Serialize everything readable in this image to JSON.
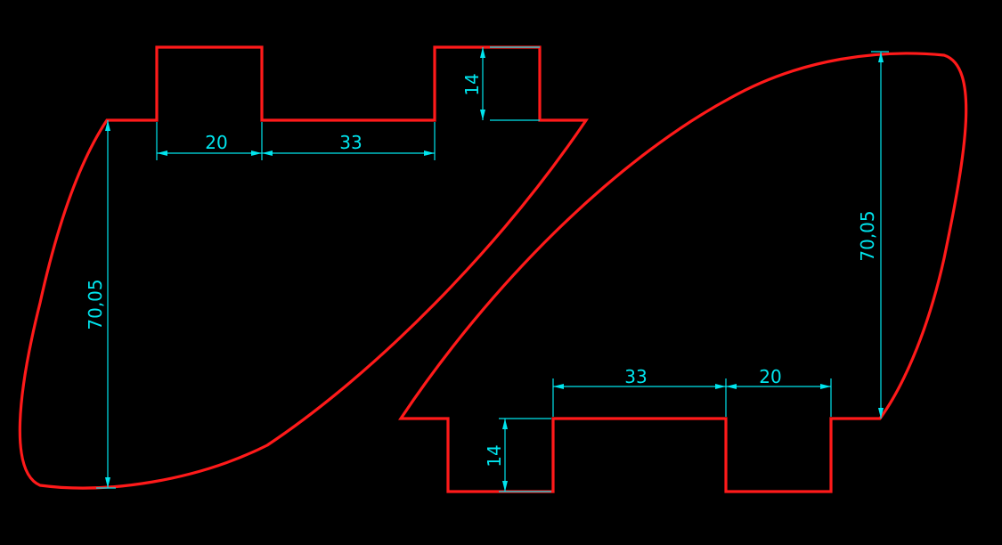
{
  "colors": {
    "background": "#000000",
    "outline": "#ff1a1a",
    "dimension": "#00e5ee"
  },
  "left_part": {
    "dim_width_tab": "20",
    "dim_width_gap": "33",
    "dim_tab_height": "14",
    "dim_total_height": "70,05"
  },
  "right_part": {
    "dim_width_tab": "20",
    "dim_width_gap": "33",
    "dim_tab_height": "14",
    "dim_total_height": "70,05"
  }
}
